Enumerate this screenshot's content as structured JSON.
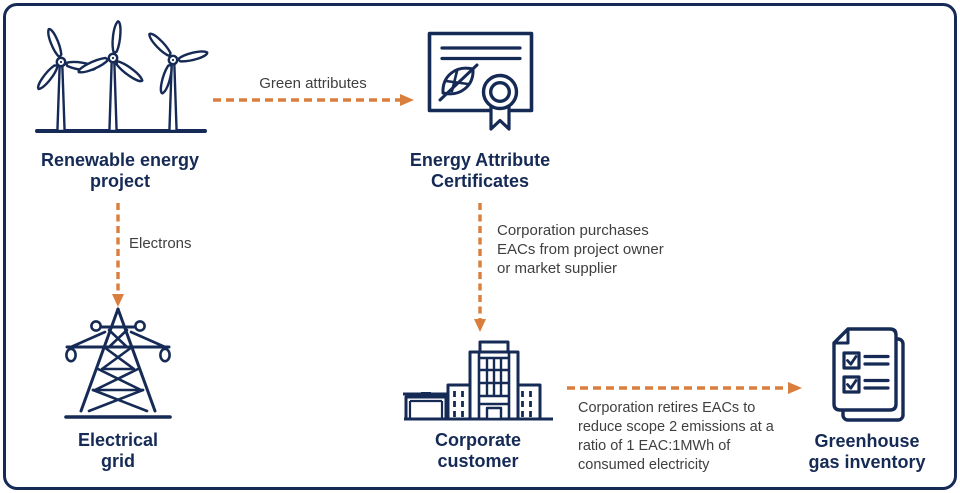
{
  "colors": {
    "navy": "#162A56",
    "orange": "#D97E3C",
    "gray": "#3F3F3F",
    "bg": "#FFFFFF"
  },
  "nodes": {
    "renewable": {
      "label": "Renewable energy\nproject",
      "icon": "wind-turbines-icon"
    },
    "grid": {
      "label": "Electrical\ngrid",
      "icon": "transmission-tower-icon"
    },
    "certificates": {
      "label": "Energy Attribute\nCertificates",
      "icon": "certificate-icon"
    },
    "corporate": {
      "label": "Corporate\ncustomer",
      "icon": "office-building-icon"
    },
    "inventory": {
      "label": "Greenhouse\ngas inventory",
      "icon": "checklist-documents-icon"
    }
  },
  "edges": {
    "green_attributes": {
      "label": "Green attributes",
      "from": "renewable",
      "to": "certificates",
      "direction": "right"
    },
    "electrons": {
      "label": "Electrons",
      "from": "renewable",
      "to": "grid",
      "direction": "down"
    },
    "purchase": {
      "label": "Corporation purchases\nEACs from project owner\nor market supplier",
      "from": "certificates",
      "to": "corporate",
      "direction": "down"
    },
    "retire": {
      "label": "Corporation retires EACs to\nreduce scope 2 emissions at a\nratio of 1 EAC:1MWh of\nconsumed electricity",
      "from": "corporate",
      "to": "inventory",
      "direction": "right"
    }
  }
}
